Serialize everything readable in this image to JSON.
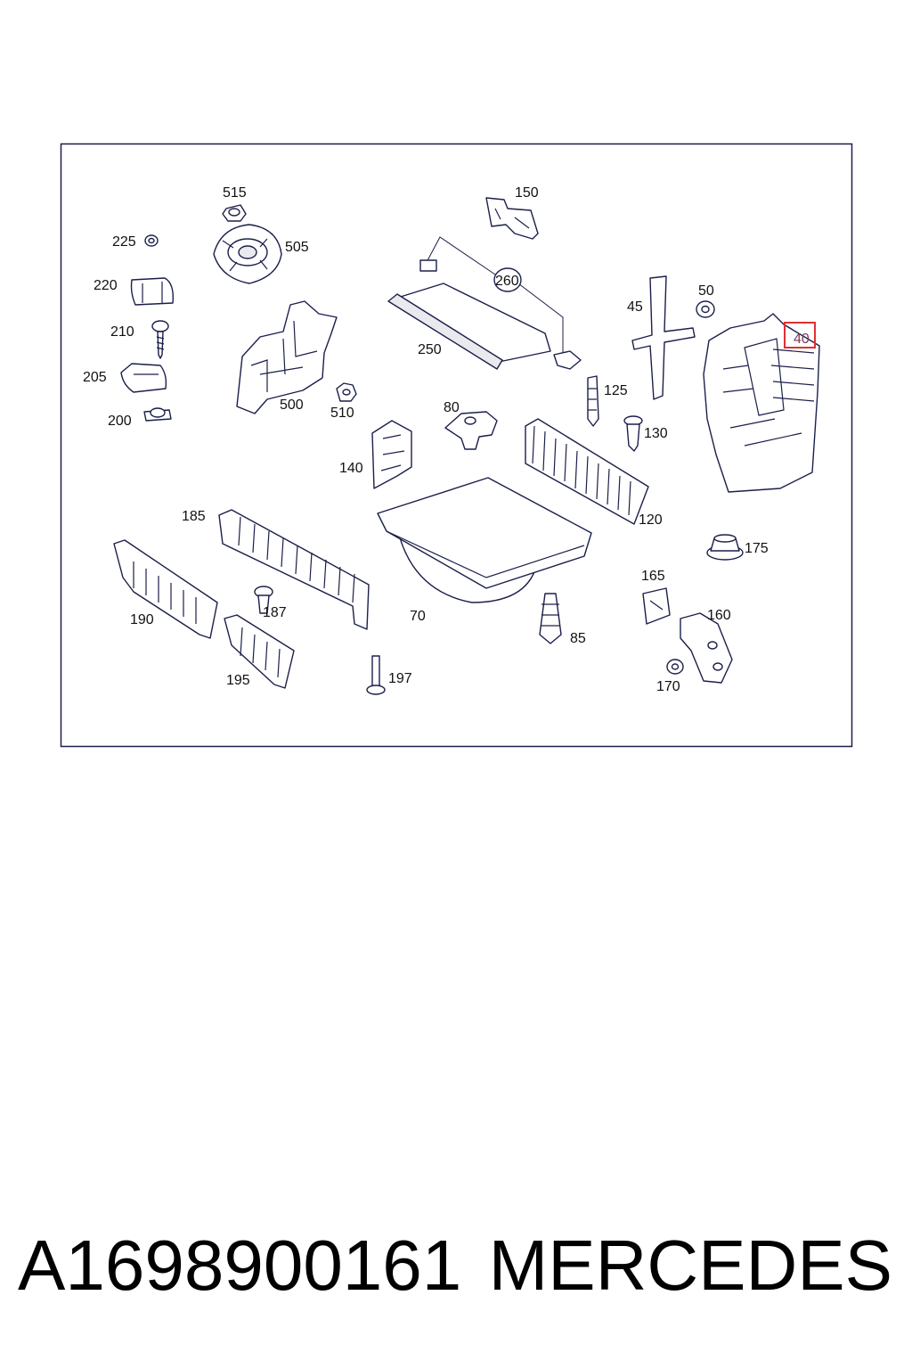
{
  "diagram": {
    "callouts": [
      {
        "id": "515",
        "text": "515"
      },
      {
        "id": "225",
        "text": "225"
      },
      {
        "id": "505",
        "text": "505"
      },
      {
        "id": "220",
        "text": "220"
      },
      {
        "id": "210",
        "text": "210"
      },
      {
        "id": "205",
        "text": "205"
      },
      {
        "id": "200",
        "text": "200"
      },
      {
        "id": "500",
        "text": "500"
      },
      {
        "id": "510",
        "text": "510"
      },
      {
        "id": "150",
        "text": "150"
      },
      {
        "id": "260",
        "text": "260"
      },
      {
        "id": "250",
        "text": "250"
      },
      {
        "id": "45",
        "text": "45"
      },
      {
        "id": "50",
        "text": "50"
      },
      {
        "id": "40",
        "text": "40"
      },
      {
        "id": "125",
        "text": "125"
      },
      {
        "id": "80",
        "text": "80"
      },
      {
        "id": "130",
        "text": "130"
      },
      {
        "id": "140",
        "text": "140"
      },
      {
        "id": "120",
        "text": "120"
      },
      {
        "id": "185",
        "text": "185"
      },
      {
        "id": "175",
        "text": "175"
      },
      {
        "id": "165",
        "text": "165"
      },
      {
        "id": "187",
        "text": "187"
      },
      {
        "id": "190",
        "text": "190"
      },
      {
        "id": "70",
        "text": "70"
      },
      {
        "id": "160",
        "text": "160"
      },
      {
        "id": "85",
        "text": "85"
      },
      {
        "id": "195",
        "text": "195"
      },
      {
        "id": "197",
        "text": "197"
      },
      {
        "id": "170",
        "text": "170"
      }
    ],
    "highlighted_part": "40",
    "highlight_color": "#e03030"
  },
  "caption": {
    "part_number": "A1698900161",
    "brand": "MERCEDES"
  }
}
